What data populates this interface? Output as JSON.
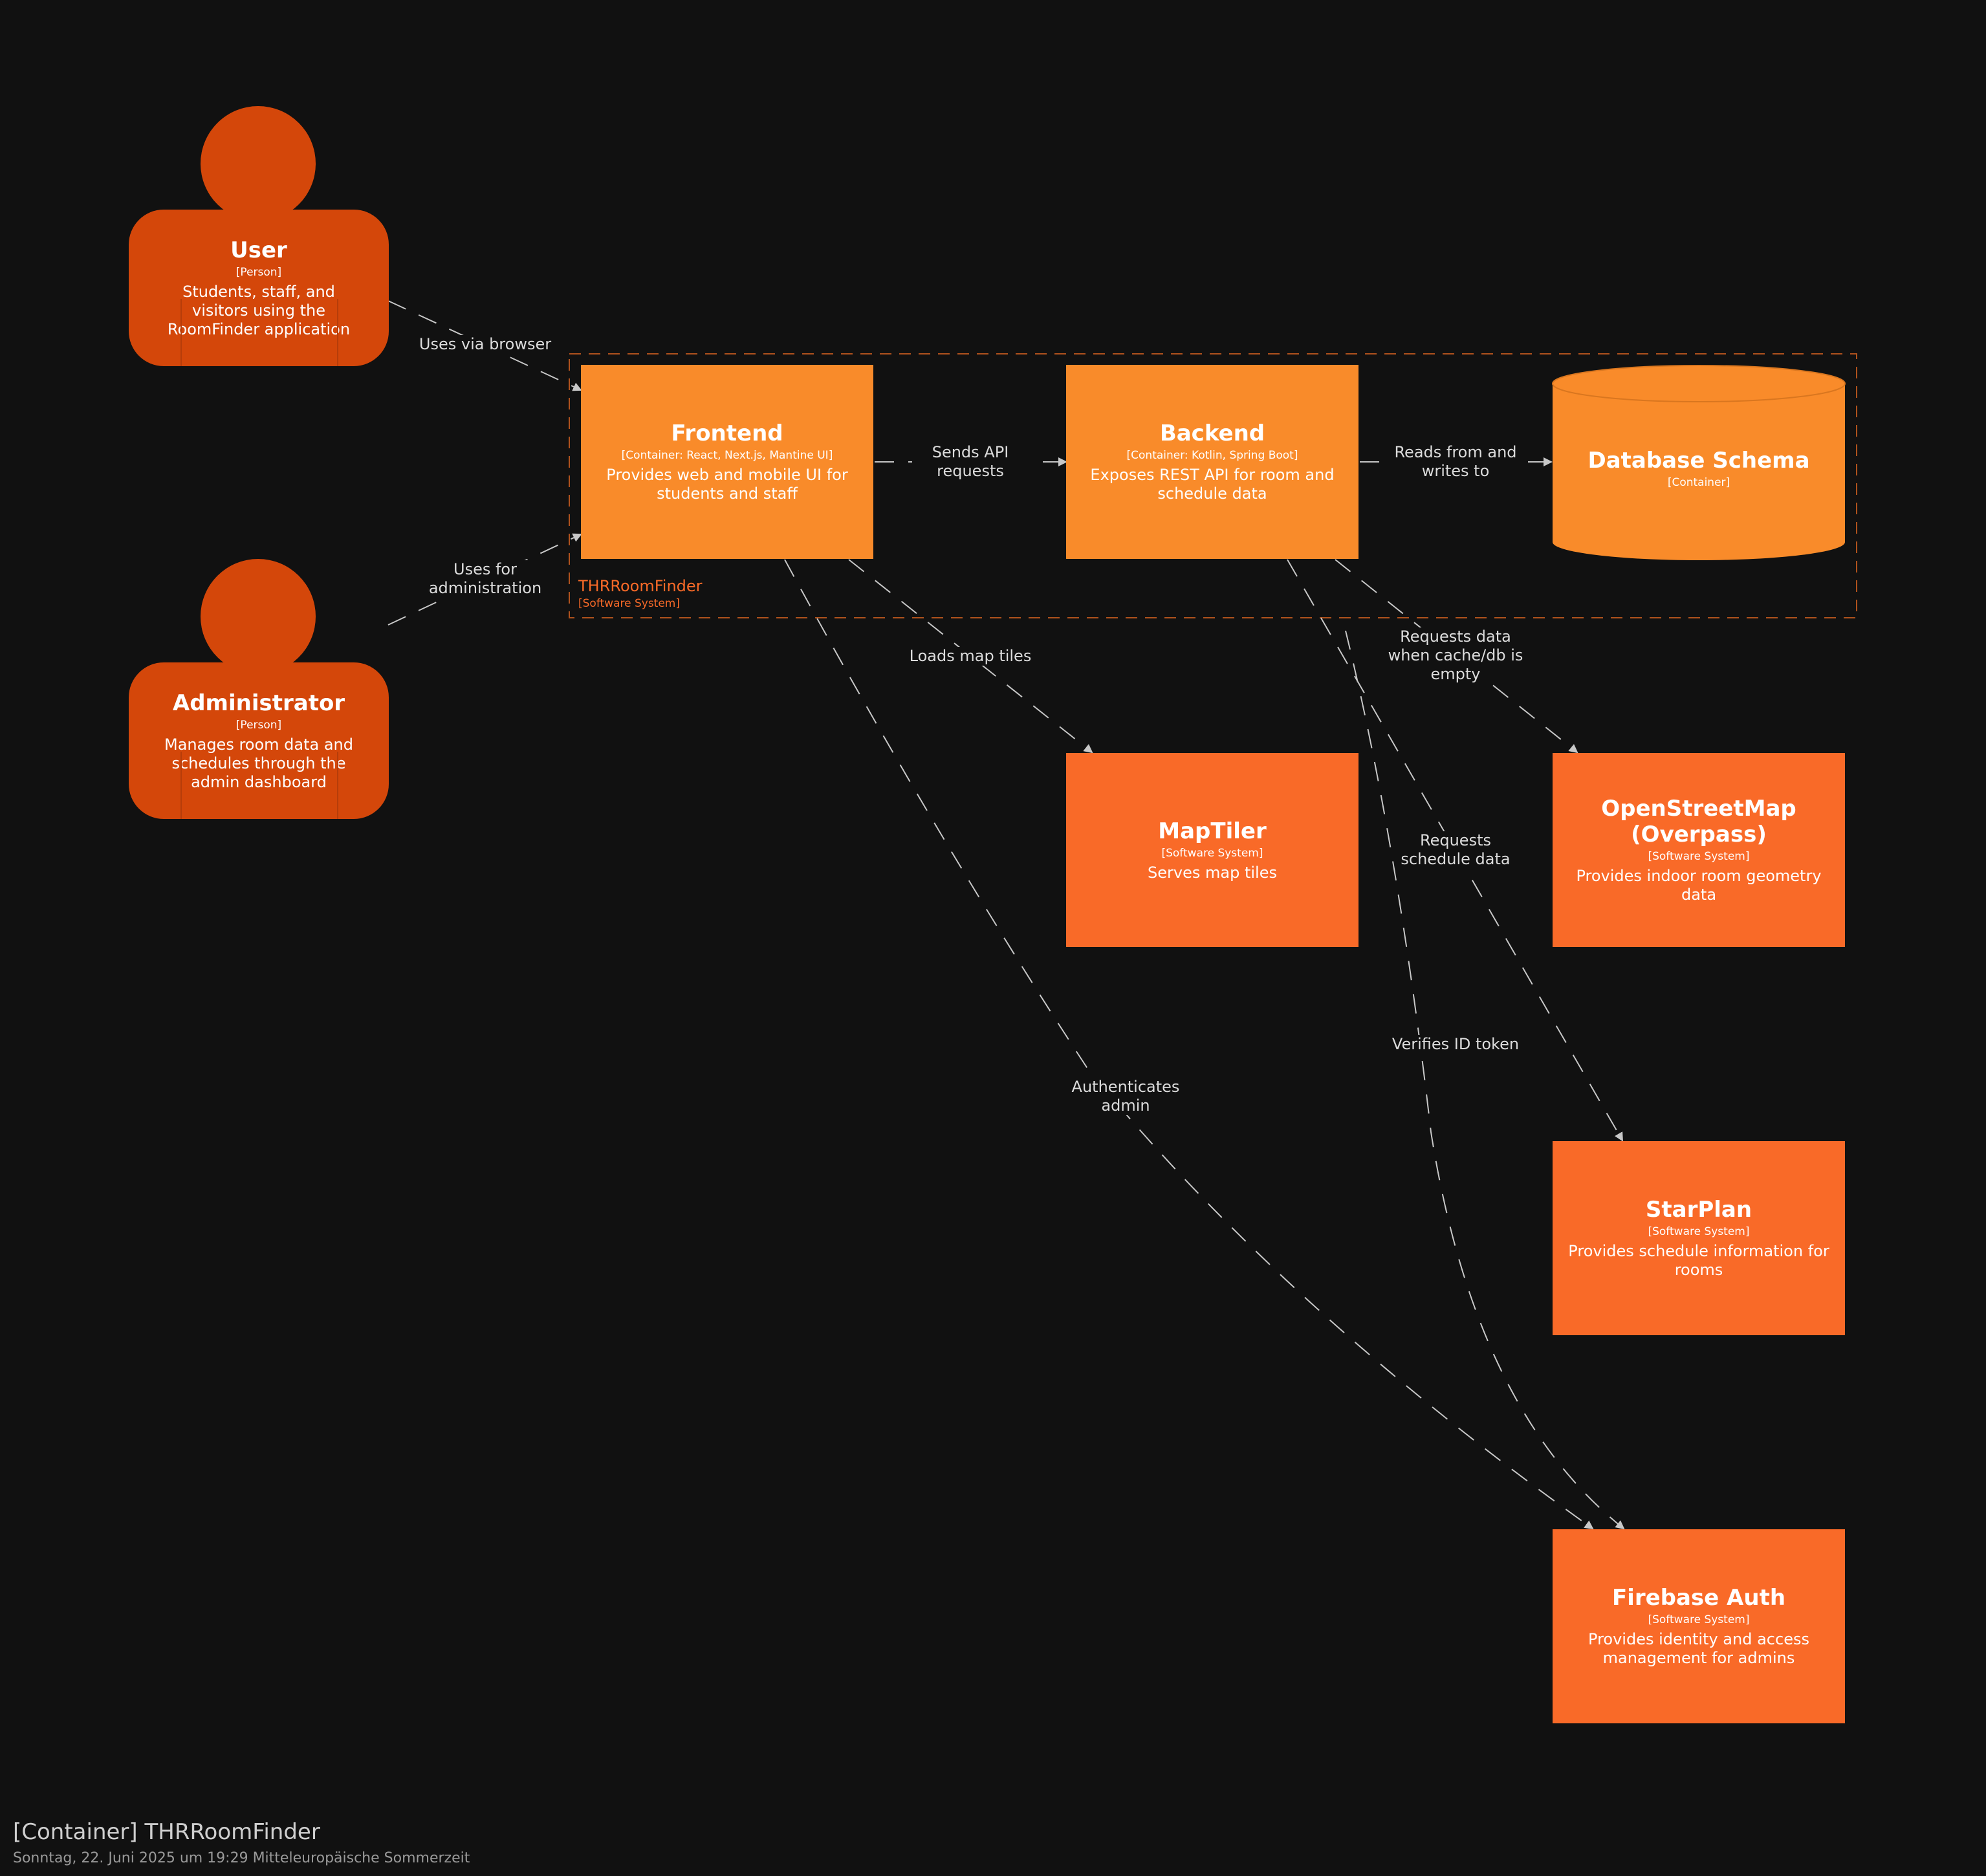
{
  "diagram": {
    "boundary": {
      "name": "THRRoomFinder",
      "type": "[Software System]"
    },
    "elements": {
      "user": {
        "name": "User",
        "type": "[Person]",
        "description": "Students, staff, and visitors using the RoomFinder application"
      },
      "admin": {
        "name": "Administrator",
        "type": "[Person]",
        "description": "Manages room data and schedules through the admin dashboard"
      },
      "frontend": {
        "name": "Frontend",
        "type": "[Container: React, Next.js, Mantine UI]",
        "description": "Provides web and mobile UI for students and staff"
      },
      "backend": {
        "name": "Backend",
        "type": "[Container: Kotlin, Spring Boot]",
        "description": "Exposes REST API for room and schedule data"
      },
      "database": {
        "name": "Database Schema",
        "type": "[Container]"
      },
      "maptiler": {
        "name": "MapTiler",
        "type": "[Software System]",
        "description": "Serves map tiles"
      },
      "osm": {
        "name": "OpenStreetMap (Overpass)",
        "type": "[Software System]",
        "description": "Provides indoor room geometry data"
      },
      "starplan": {
        "name": "StarPlan",
        "type": "[Software System]",
        "description": "Provides schedule information for rooms"
      },
      "firebase": {
        "name": "Firebase Auth",
        "type": "[Software System]",
        "description": "Provides identity and access management for admins"
      }
    },
    "relationships": {
      "user_frontend": "Uses via browser",
      "admin_frontend": "Uses for administration",
      "frontend_backend": "Sends API requests",
      "backend_database": "Reads from and writes to",
      "frontend_maptiler": "Loads map tiles",
      "backend_osm": "Requests data when cache/db is empty",
      "backend_starplan": "Requests schedule data",
      "backend_firebase": "Verifies ID token",
      "frontend_firebase": "Authenticates admin"
    },
    "colors": {
      "background": "#111111",
      "person": "#D4470A",
      "container": "#F98B2A",
      "external_system": "#F96A28",
      "arrow": "#c8c8c8"
    }
  },
  "footer": {
    "title": "[Container] THRRoomFinder",
    "timestamp": "Sonntag, 22. Juni 2025 um 19:29 Mitteleuropäische Sommerzeit"
  }
}
